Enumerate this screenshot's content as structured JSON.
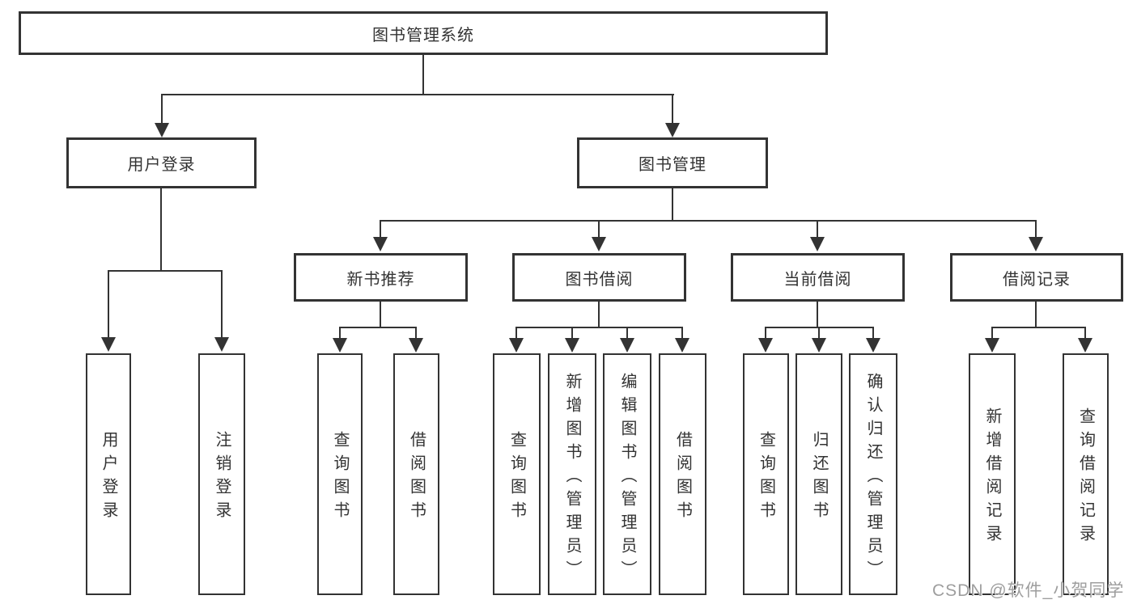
{
  "tree": {
    "root": "图书管理系统",
    "children": [
      {
        "label": "用户登录",
        "children": [
          "用户登录",
          "注销登录"
        ]
      },
      {
        "label": "图书管理",
        "children": [
          {
            "label": "新书推荐",
            "children": [
              "查询图书",
              "借阅图书"
            ]
          },
          {
            "label": "图书借阅",
            "children": [
              "查询图书",
              "新增图书（管理员）",
              "编辑图书（管理员）",
              "借阅图书"
            ]
          },
          {
            "label": "当前借阅",
            "children": [
              "查询图书",
              "归还图书",
              "确认归还（管理员）"
            ]
          },
          {
            "label": "借阅记录",
            "children": [
              "新增借阅记录",
              "查询借阅记录"
            ]
          }
        ]
      }
    ]
  },
  "watermark": "CSDN @软件_小贺同学",
  "colors": {
    "line": "#333333",
    "text": "#333333",
    "watermark": "#9e9e9e",
    "background": "#ffffff"
  }
}
